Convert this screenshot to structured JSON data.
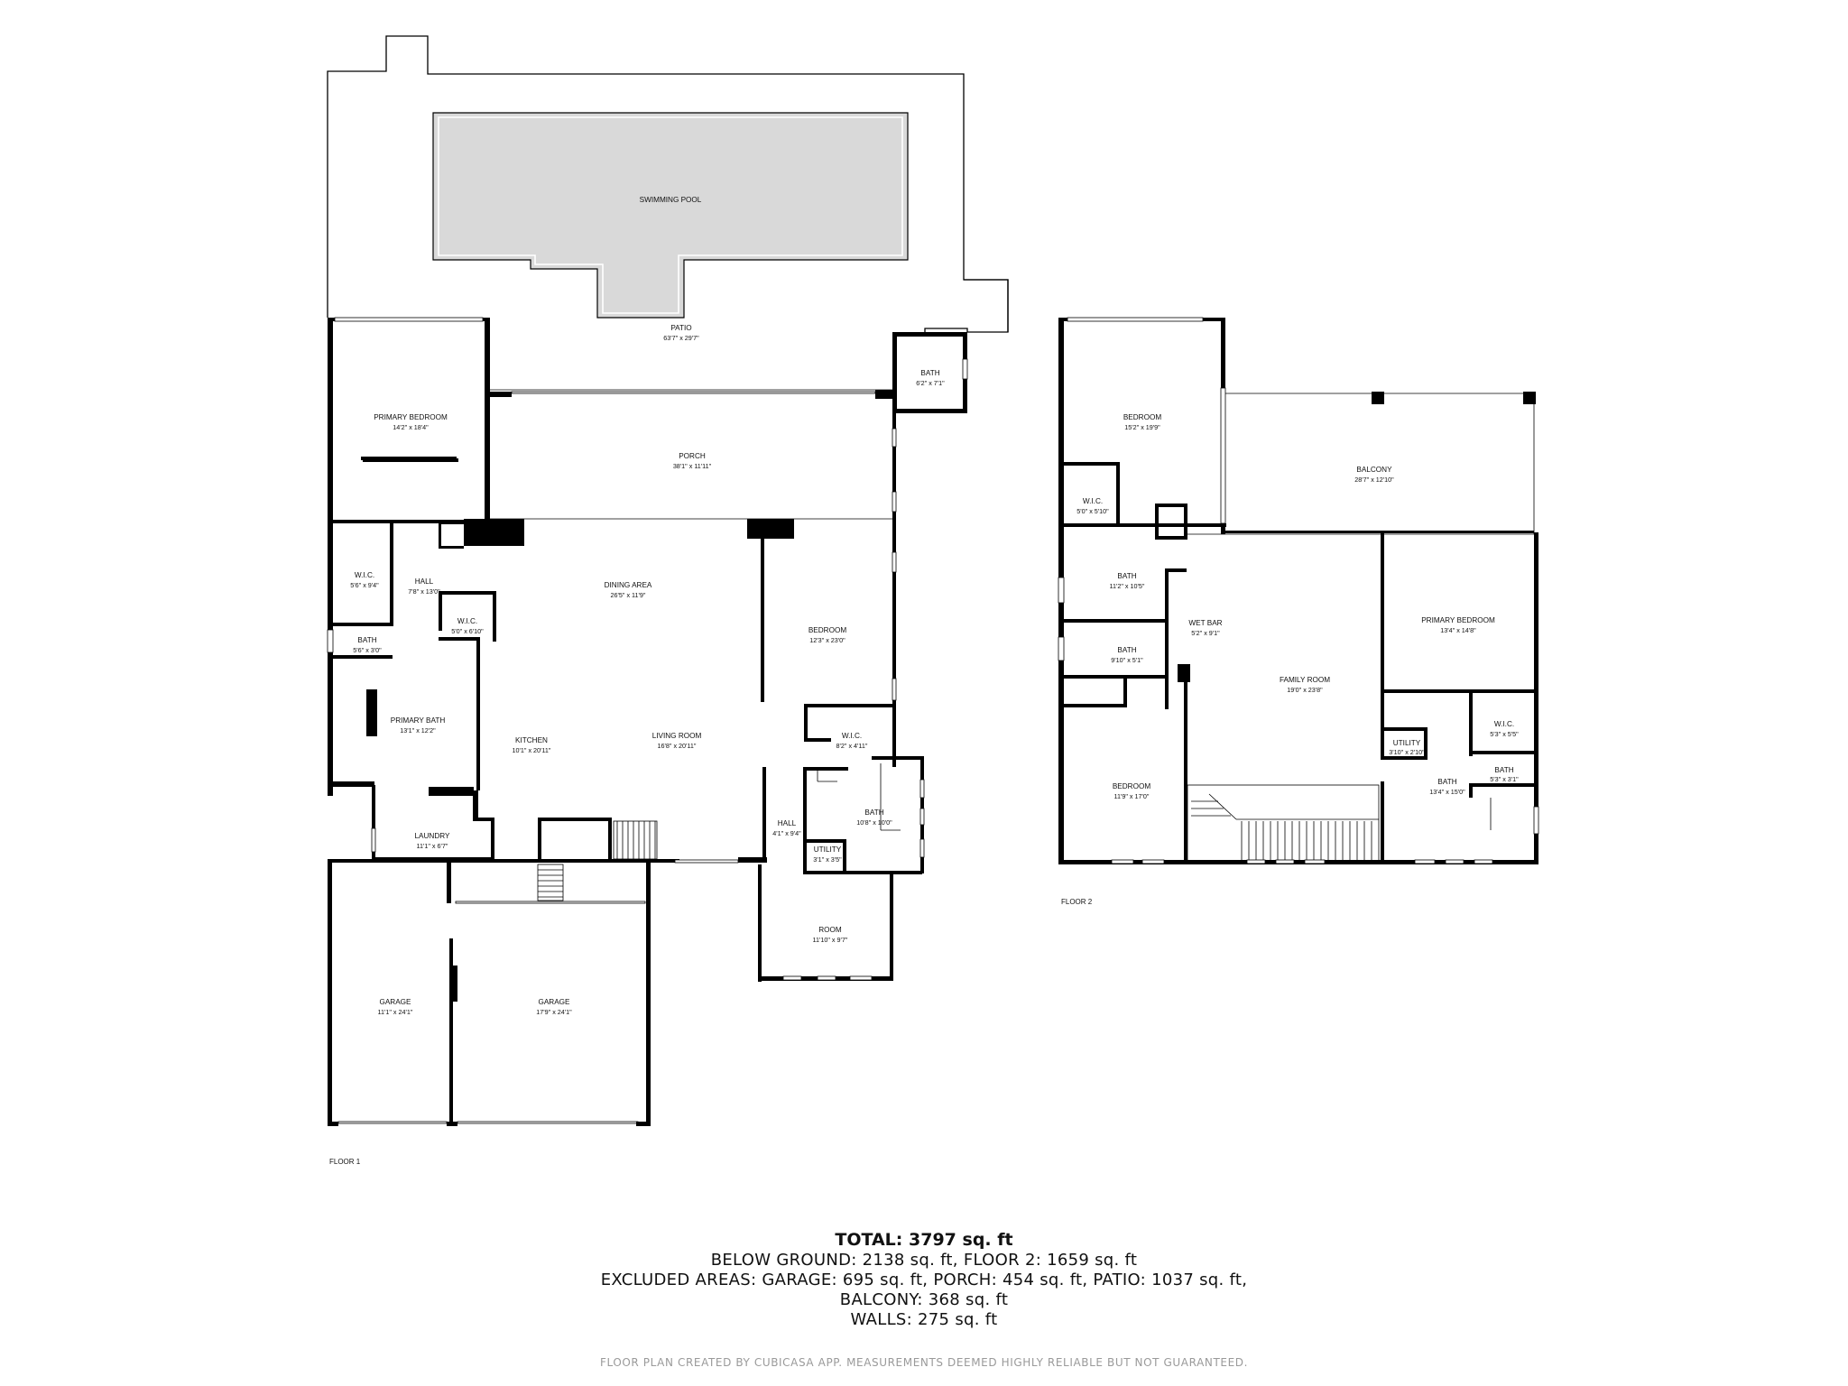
{
  "rooms": {
    "swimming_pool": {
      "name": "SWIMMING POOL"
    },
    "patio": {
      "name": "PATIO",
      "dim": "63'7\" x 29'7\""
    },
    "bath_patio": {
      "name": "BATH",
      "dim": "6'2\" x 7'1\""
    },
    "porch": {
      "name": "PORCH",
      "dim": "38'1\" x 11'11\""
    },
    "primary_bedroom_1": {
      "name": "PRIMARY BEDROOM",
      "dim": "14'2\" x 18'4\""
    },
    "wic_1": {
      "name": "W.I.C.",
      "dim": "5'6\" x 9'4\""
    },
    "hall_1": {
      "name": "HALL",
      "dim": "7'8\" x 13'0\""
    },
    "wic_2": {
      "name": "W.I.C.",
      "dim": "5'0\" x 6'10\""
    },
    "bath_small_1": {
      "name": "BATH",
      "dim": "5'6\" x 3'0\""
    },
    "primary_bath": {
      "name": "PRIMARY BATH",
      "dim": "13'1\" x 12'2\""
    },
    "dining_area": {
      "name": "DINING AREA",
      "dim": "26'5\" x 11'9\""
    },
    "kitchen": {
      "name": "KITCHEN",
      "dim": "10'1\" x 20'11\""
    },
    "living_room": {
      "name": "LIVING ROOM",
      "dim": "16'8\" x 20'11\""
    },
    "bedroom_1": {
      "name": "BEDROOM",
      "dim": "12'3\" x 23'0\""
    },
    "wic_3": {
      "name": "W.I.C.",
      "dim": "8'2\" x 4'11\""
    },
    "bath_1": {
      "name": "BATH",
      "dim": "10'8\" x 10'0\""
    },
    "hall_2": {
      "name": "HALL",
      "dim": "4'1\" x 9'4\""
    },
    "utility_1": {
      "name": "UTILITY",
      "dim": "3'1\" x 3'5\""
    },
    "laundry": {
      "name": "LAUNDRY",
      "dim": "11'1\" x 6'7\""
    },
    "room": {
      "name": "ROOM",
      "dim": "11'10\" x 9'7\""
    },
    "garage_1": {
      "name": "GARAGE",
      "dim": "11'1\" x 24'1\""
    },
    "garage_2": {
      "name": "GARAGE",
      "dim": "17'9\" x 24'1\""
    },
    "bedroom_2": {
      "name": "BEDROOM",
      "dim": "15'2\" x 19'9\""
    },
    "balcony": {
      "name": "BALCONY",
      "dim": "28'7\" x 12'10\""
    },
    "wic_4": {
      "name": "W.I.C.",
      "dim": "5'0\" x 5'10\""
    },
    "bath_2": {
      "name": "BATH",
      "dim": "11'2\" x 10'5\""
    },
    "wet_bar": {
      "name": "WET BAR",
      "dim": "5'2\" x 9'1\""
    },
    "bath_3": {
      "name": "BATH",
      "dim": "9'10\" x 5'1\""
    },
    "family_room": {
      "name": "FAMILY ROOM",
      "dim": "19'0\" x 23'8\""
    },
    "primary_bedroom_2": {
      "name": "PRIMARY BEDROOM",
      "dim": "13'4\" x 14'8\""
    },
    "bedroom_3": {
      "name": "BEDROOM",
      "dim": "11'9\" x 17'0\""
    },
    "utility_2": {
      "name": "UTILITY",
      "dim": "3'10\" x 2'10\""
    },
    "wic_5": {
      "name": "W.I.C.",
      "dim": "5'3\" x 5'5\""
    },
    "bath_4": {
      "name": "BATH",
      "dim": "5'3\" x 3'1\""
    },
    "bath_5": {
      "name": "BATH",
      "dim": "13'4\" x 15'0\""
    }
  },
  "floor_labels": {
    "floor1": "FLOOR 1",
    "floor2": "FLOOR 2"
  },
  "summary": {
    "total_label": "TOTAL:",
    "total_value": "3797 sq. ft",
    "line1": "BELOW GROUND: 2138 sq. ft, FLOOR 2: 1659 sq. ft",
    "line2": "EXCLUDED AREAS: GARAGE: 695 sq. ft, PORCH: 454 sq. ft, PATIO: 1037 sq. ft,",
    "line3": "BALCONY: 368 sq. ft",
    "line4": "WALLS: 275 sq. ft"
  },
  "footer": "FLOOR PLAN CREATED BY CUBICASA APP. MEASUREMENTS DEEMED HIGHLY RELIABLE BUT NOT GUARANTEED."
}
